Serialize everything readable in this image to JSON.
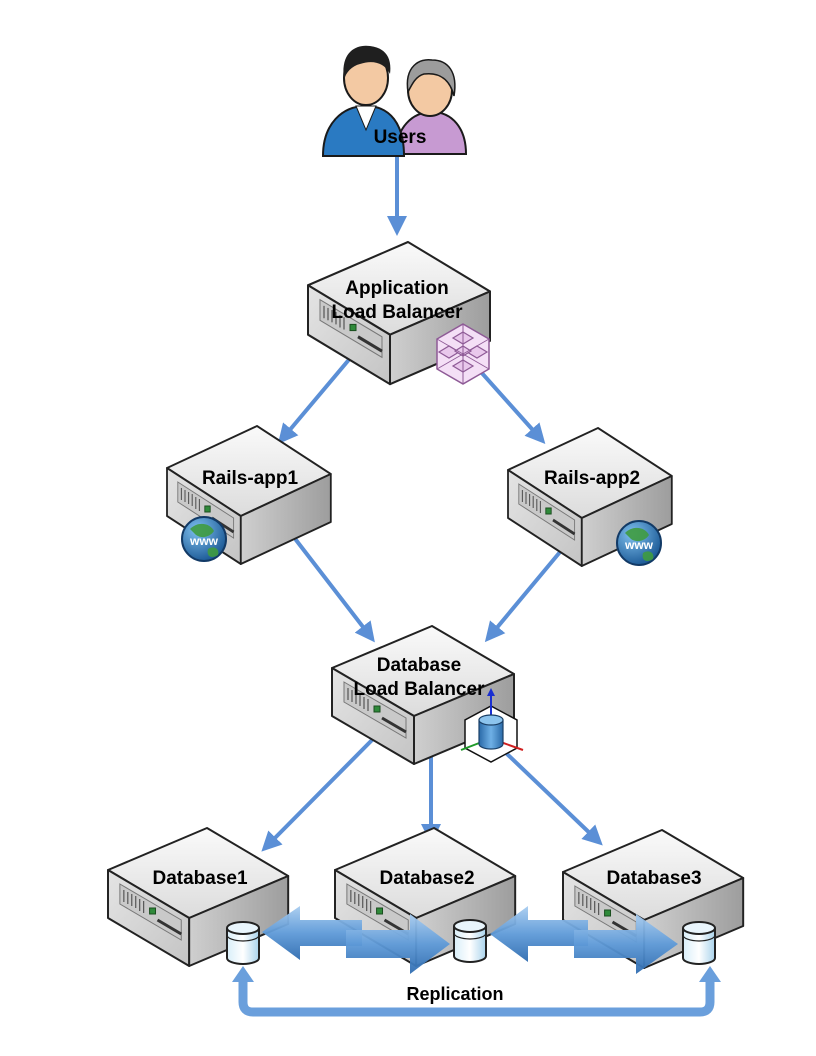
{
  "nodes": {
    "users": {
      "label": "Users",
      "icon": "users-icon"
    },
    "alb": {
      "line1": "Application",
      "line2": "Load Balancer",
      "icon": "load-balancer-cube-icon"
    },
    "rails1": {
      "label": "Rails-app1",
      "icon": "globe-www-icon"
    },
    "rails2": {
      "label": "Rails-app2",
      "icon": "globe-www-icon"
    },
    "dblb": {
      "line1": "Database",
      "line2": "Load Balancer",
      "icon": "database-balancer-icon"
    },
    "db1": {
      "label": "Database1",
      "icon": "database-cylinder-icon"
    },
    "db2": {
      "label": "Database2",
      "icon": "database-cylinder-icon"
    },
    "db3": {
      "label": "Database3",
      "icon": "database-cylinder-icon"
    }
  },
  "replication": {
    "label": "Replication"
  },
  "colors": {
    "arrow": "#5b8fd6",
    "replication_arrow": "#4a86c8",
    "server_top": "#eeeeee",
    "server_front": "#d7d7d7",
    "server_side": "#bfbfbf",
    "cube": "#e9c8ec",
    "globe": "#2e78b8"
  }
}
